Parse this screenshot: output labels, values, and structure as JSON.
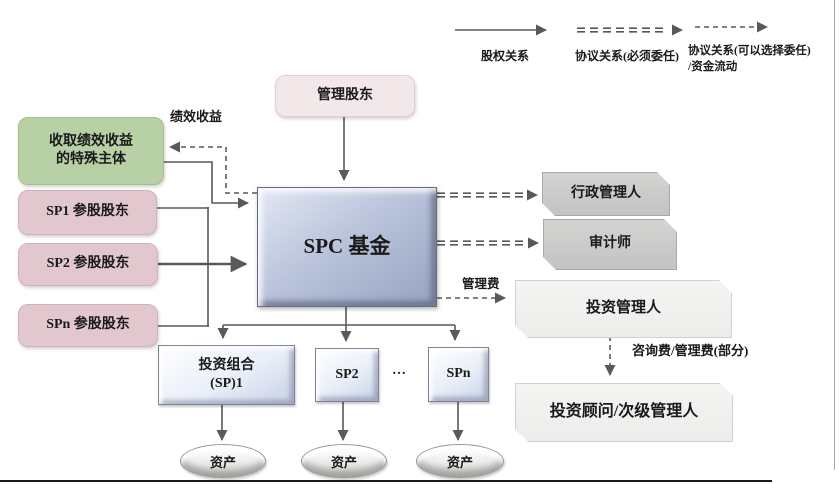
{
  "legend": {
    "equity_label": "股权关系",
    "agreement_required_label": "协议关系(必须委任)",
    "agreement_optional_line1": "协议关系(可以选择委任)",
    "agreement_optional_line2": "/资金流动"
  },
  "nodes": {
    "managing_shareholder": "管理股东",
    "special_entity_line1": "收取绩效收益",
    "special_entity_line2": "的特殊主体",
    "sp1_shareholder": "SP1 参股股东",
    "sp2_shareholder": "SP2 参股股东",
    "spn_shareholder": "SPn 参股股东",
    "spc_fund": "SPC 基金",
    "administrator": "行政管理人",
    "auditor": "审计师",
    "investment_manager": "投资管理人",
    "investment_advisor": "投资顾问/次级管理人",
    "portfolio_sp1_line1": "投资组合",
    "portfolio_sp1_line2": "(SP)1",
    "portfolio_sp2": "SP2",
    "portfolio_ellipsis": "…",
    "portfolio_spn": "SPn",
    "asset_1": "资产",
    "asset_2": "资产",
    "asset_3": "资产"
  },
  "edge_labels": {
    "performance_income": "绩效收益",
    "management_fee": "管理费",
    "advisory_fee": "咨询费/管理费(部分)"
  },
  "colors": {
    "line": "#595959",
    "spc_box": "#b9c3da",
    "green_box": "#b8d0a5",
    "pink_box": "#e2c8ce",
    "pale_pink_box": "#f2e7e9",
    "gray_box": "#c9c9c8",
    "light_gray_box": "#f1f1ef"
  }
}
